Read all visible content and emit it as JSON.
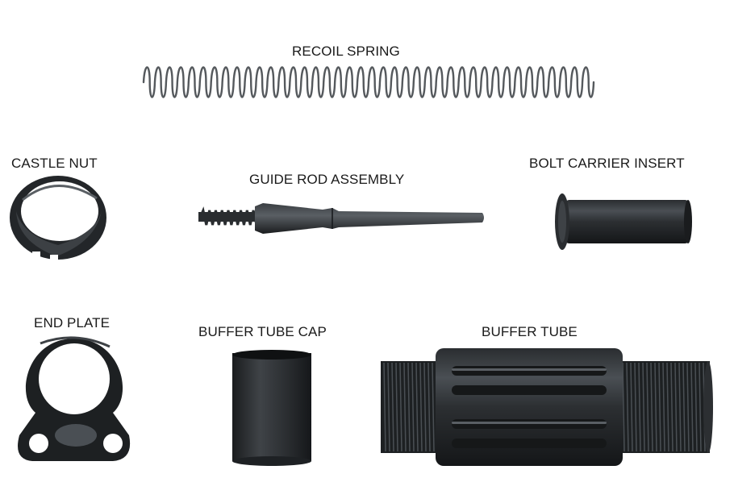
{
  "labels": {
    "recoil_spring": "RECOIL SPRING",
    "castle_nut": "CASTLE NUT",
    "guide_rod_assembly": "GUIDE ROD ASSEMBLY",
    "bolt_carrier_insert": "BOLT CARRIER INSERT",
    "end_plate": "END PLATE",
    "buffer_tube_cap": "BUFFER  TUBE CAP",
    "buffer_tube": "BUFFER  TUBE"
  },
  "colors": {
    "background": "#ffffff",
    "metal_dark": "#1f2224",
    "metal_mid": "#3a3e42",
    "metal_light": "#6b7075",
    "spring": "#55595d"
  }
}
